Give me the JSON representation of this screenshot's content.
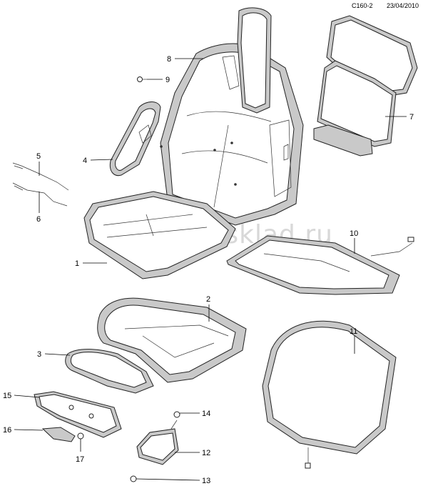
{
  "header": {
    "code": "C160-2",
    "date": "23/04/2010"
  },
  "watermark": "www.gmsklad.ru",
  "callouts": [
    "1",
    "2",
    "3",
    "4",
    "5",
    "6",
    "7",
    "8",
    "9",
    "10",
    "11",
    "12",
    "13",
    "14",
    "15",
    "16",
    "17"
  ]
}
